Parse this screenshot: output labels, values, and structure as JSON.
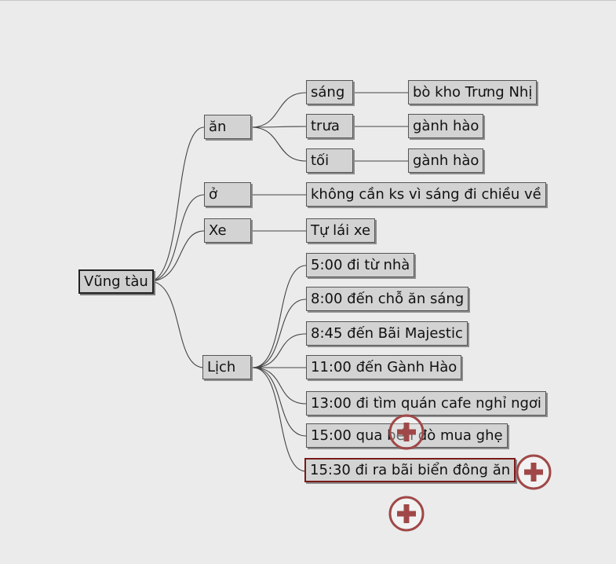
{
  "root": {
    "label": "Vũng tàu"
  },
  "branches": {
    "an": {
      "label": "ăn"
    },
    "sang": {
      "label": "sáng"
    },
    "sang_detail": {
      "label": "bò kho Trưng Nhị"
    },
    "trua": {
      "label": "trưa"
    },
    "trua_detail": {
      "label": "gành hào"
    },
    "toi": {
      "label": "tối"
    },
    "toi_detail": {
      "label": "gành hào"
    },
    "o": {
      "label": "ở"
    },
    "o_detail": {
      "label": "không cần ks vì sáng đi chiều về"
    },
    "xe": {
      "label": "Xe"
    },
    "xe_detail": {
      "label": "Tự lái xe"
    },
    "lich": {
      "label": "Lịch"
    }
  },
  "schedule": [
    {
      "label": "5:00 đi từ nhà"
    },
    {
      "label": "8:00 đến chỗ ăn sáng"
    },
    {
      "label": "8:45 đến Bãi Majestic"
    },
    {
      "label": "11:00 đến Gành Hào"
    },
    {
      "label": "13:00 đi tìm quán cafe nghỉ ngơi"
    },
    {
      "label": "15:00 qua bến đò mua ghẹ"
    },
    {
      "label": "15:30 đi ra bãi biển đông ăn"
    }
  ],
  "selected_node": "15:30 đi ra bãi biển đông ăn",
  "icons": [
    "add-sibling-icon",
    "add-child-icon",
    "add-below-icon"
  ],
  "colors": {
    "add_icon": "#a04848",
    "selected_border": "#7a1a1a"
  }
}
